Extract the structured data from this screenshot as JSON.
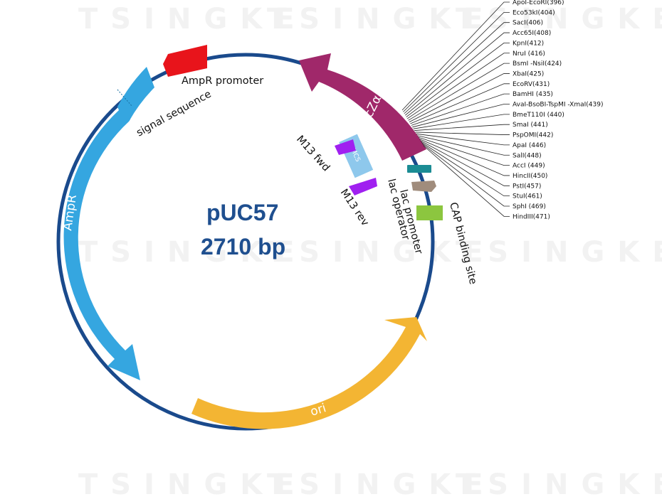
{
  "watermark": "TSINGKE",
  "plasmid": {
    "name": "pUC57",
    "size": "2710 bp"
  },
  "features": {
    "ampr": "AmpR",
    "ampr_promoter": "AmpR promoter",
    "signal_sequence": "signal sequence",
    "lacz": "lacZα",
    "ori": "ori",
    "m13_fwd": "M13 fwd",
    "m13_rev": "M13 rev",
    "mcs": "MCS",
    "lac_promoter": "lac promoter",
    "lac_operator": "lac operator",
    "cap_site": "CAP binding site"
  },
  "colors": {
    "backbone": "#1a4a8c",
    "ampr": "#35a6e0",
    "ampr_promoter": "#e8141b",
    "lacz": "#a0286a",
    "ori": "#f3b533",
    "primer": "#a020f0",
    "mcs": "#8ec8ec",
    "lac_promoter": "#1b8c94",
    "lac_operator": "#a08c7c",
    "cap": "#8cc63f"
  },
  "restriction_sites": [
    "ApoI-EcoRI(396)",
    "Eco53kI(404)",
    "SacI(406)",
    "Acc65I(408)",
    "KpnI(412)",
    "NruI (416)",
    "BsmI -NsiI(424)",
    "XbaI(425)",
    "EcoRV(431)",
    "BamHI (435)",
    "AvaI-BsoBI-TspMI -XmaI(439)",
    "BmeT110I (440)",
    "SmaI (441)",
    "PspOMI(442)",
    "ApaI (446)",
    "SalI(448)",
    "AccI (449)",
    "HincII(450)",
    "PstI(457)",
    "StuI(461)",
    "SphI (469)",
    "HindIII(471)"
  ]
}
